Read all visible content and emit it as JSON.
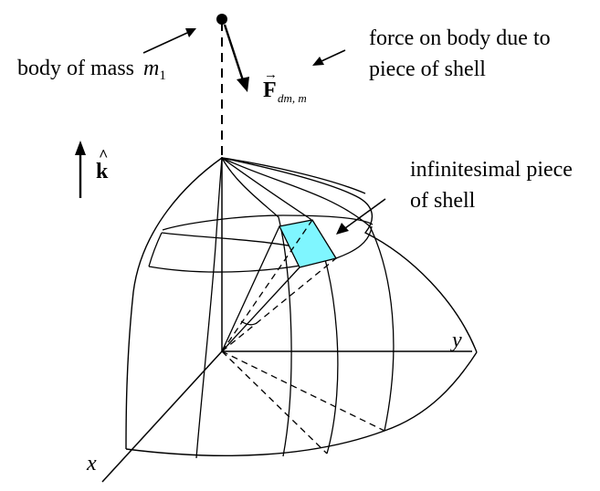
{
  "labels": {
    "body_mass_text": "body of mass",
    "body_mass_symbol": "m",
    "body_mass_subscript": "1",
    "force_line1": "force on body due to",
    "force_line2": "piece of shell",
    "force_symbol": "F",
    "force_arrow_accent": "→",
    "force_subscript": "dm, m",
    "k_hat_symbol": "k",
    "k_hat_accent": "^",
    "piece_line1": "infinitesimal piece",
    "piece_line2": "of shell",
    "axis_y": "y",
    "axis_x": "x"
  },
  "colors": {
    "stroke": "#000000",
    "shell_piece_fill": "#7ff6ff",
    "background": "#ffffff"
  }
}
